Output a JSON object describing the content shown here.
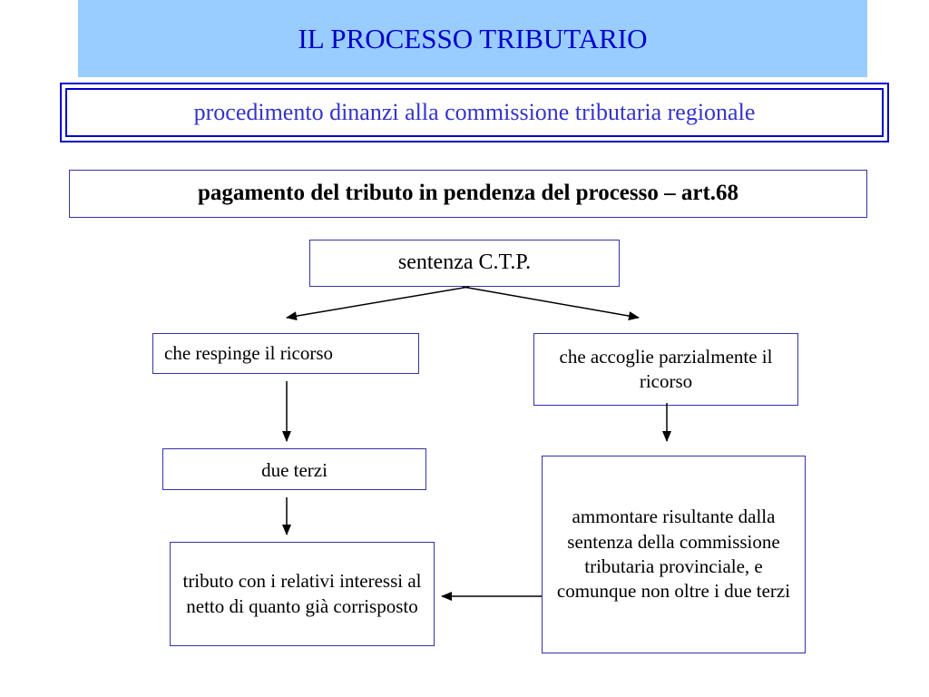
{
  "header": {
    "title": "IL PROCESSO TRIBUTARIO",
    "subtitle": "procedimento dinanzi alla commissione tributaria regionale"
  },
  "section": {
    "heading": "pagamento del tributo in pendenza del processo – art.68"
  },
  "diagram": {
    "root": "sentenza C.T.P.",
    "branch_left": "che respinge il ricorso",
    "branch_right": "che accoglie parzialmente il ricorso",
    "left_result": "due terzi",
    "right_result": "ammontare risultante dalla sentenza della commissione tributaria provinciale, e comunque non oltre i due terzi",
    "final": "tributo con i relativi interessi al netto di quanto già corrisposto"
  },
  "colors": {
    "title_band": "#99ccff",
    "title_text": "#0000cc",
    "subtitle_text": "#3333cc",
    "box_border": "#3333aa"
  }
}
